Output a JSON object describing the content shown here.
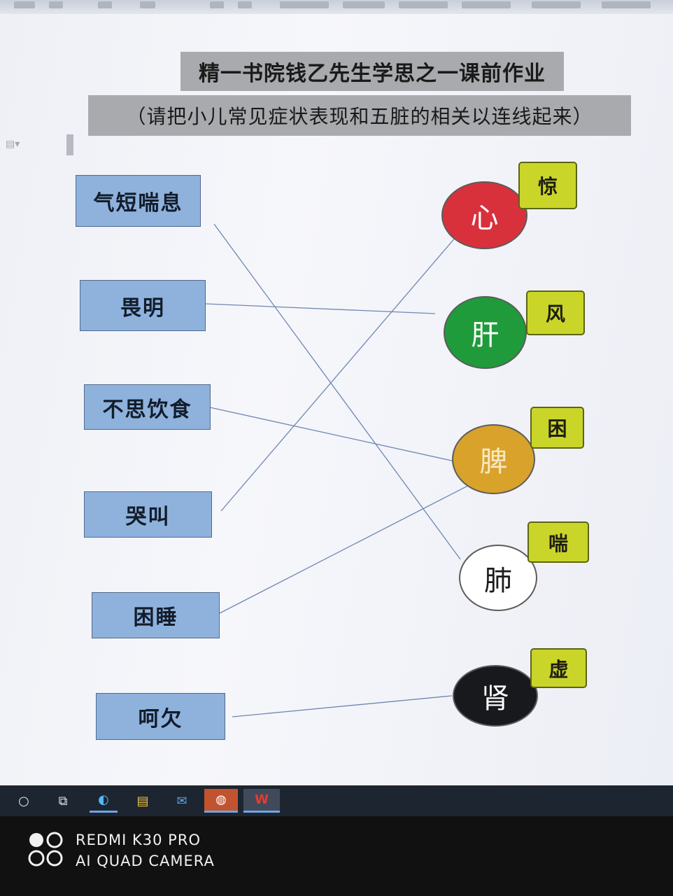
{
  "document": {
    "title": "精一书院钱乙先生学思之一课前作业",
    "subtitle": "（请把小儿常见症状表现和五脏的相关以连线起来）"
  },
  "symptoms": [
    {
      "label": "气短喘息"
    },
    {
      "label": "畏明"
    },
    {
      "label": "不思饮食"
    },
    {
      "label": "哭叫"
    },
    {
      "label": "困睡"
    },
    {
      "label": "呵欠"
    }
  ],
  "organs": [
    {
      "label": "心",
      "tag": "惊",
      "color": "#d8313c"
    },
    {
      "label": "肝",
      "tag": "风",
      "color": "#1f9b3b"
    },
    {
      "label": "脾",
      "tag": "困",
      "color": "#d9a22b"
    },
    {
      "label": "肺",
      "tag": "喘",
      "color": "#ffffff"
    },
    {
      "label": "肾",
      "tag": "虚",
      "color": "#17191d"
    }
  ],
  "links": [
    {
      "symptom": "气短喘息",
      "organ": "肺"
    },
    {
      "symptom": "畏明",
      "organ": "肝"
    },
    {
      "symptom": "不思饮食",
      "organ": "脾"
    },
    {
      "symptom": "哭叫",
      "organ": "心"
    },
    {
      "symptom": "困睡",
      "organ": "脾"
    },
    {
      "symptom": "呵欠",
      "organ": "肾"
    }
  ],
  "colors": {
    "symptom_box": "#8fb2dc",
    "tag_box": "#cad52a",
    "link_line": "#6f86b3"
  },
  "taskbar": {
    "items": [
      {
        "icon": "search-circle-icon",
        "glyph": "○"
      },
      {
        "icon": "task-view-icon",
        "glyph": "⧉"
      },
      {
        "icon": "edge-browser-icon",
        "glyph": "◐"
      },
      {
        "icon": "file-explorer-icon",
        "glyph": "▤"
      },
      {
        "icon": "mail-icon",
        "glyph": "✉"
      },
      {
        "icon": "wechat-icon",
        "glyph": "◍"
      },
      {
        "icon": "wps-office-icon",
        "glyph": "W"
      }
    ]
  },
  "watermark": {
    "line1": "REDMI K30 PRO",
    "line2": "AI QUAD CAMERA"
  }
}
